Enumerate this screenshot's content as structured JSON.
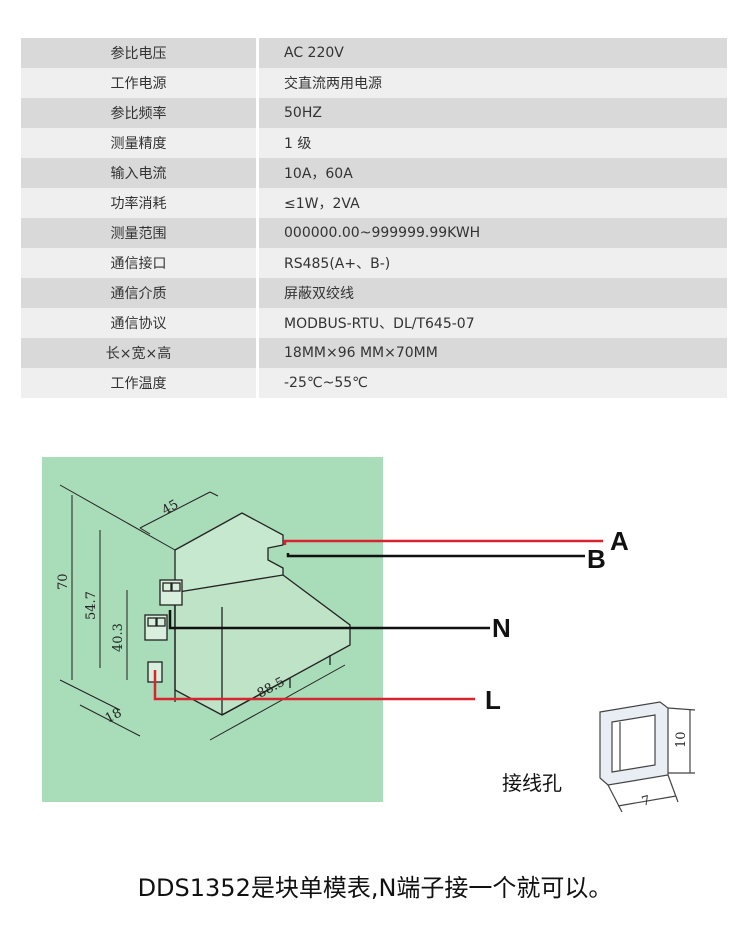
{
  "spec_table": [
    {
      "label": "参比电压",
      "value": "AC 220V"
    },
    {
      "label": "工作电源",
      "value": "交直流两用电源"
    },
    {
      "label": "参比频率",
      "value": "50HZ"
    },
    {
      "label": "测量精度",
      "value": "1 级"
    },
    {
      "label": "输入电流",
      "value": "10A，60A"
    },
    {
      "label": "功率消耗",
      "value": "≤1W，2VA"
    },
    {
      "label": "测量范围",
      "value": "000000.00~999999.99KWH"
    },
    {
      "label": "通信接口",
      "value": "RS485(A+、B-)"
    },
    {
      "label": "通信介质",
      "value": "屏蔽双绞线"
    },
    {
      "label": "通信协议",
      "value": "MODBUS-RTU、DL/T645-07"
    },
    {
      "label": "长×宽×高",
      "value": "18MM×96 MM×70MM"
    },
    {
      "label": "工作温度",
      "value": "-25℃~55℃"
    }
  ],
  "diagram": {
    "dimensions": {
      "width_top": "45",
      "height_total": "70",
      "height_mid": "54.7",
      "height_low": "40.3",
      "depth": "88.5",
      "module_width": "18"
    },
    "terminals": {
      "a": "A",
      "b": "B",
      "n": "N",
      "l": "L"
    },
    "hole": {
      "label": "接线孔",
      "height_dim": "10",
      "width_dim": "7"
    },
    "colors": {
      "panel_bg": "#a9dcb8",
      "red_wire": "#d9232e",
      "black_wire": "#111111"
    }
  },
  "caption": "DDS1352是块单模表,N端子接一个就可以。"
}
